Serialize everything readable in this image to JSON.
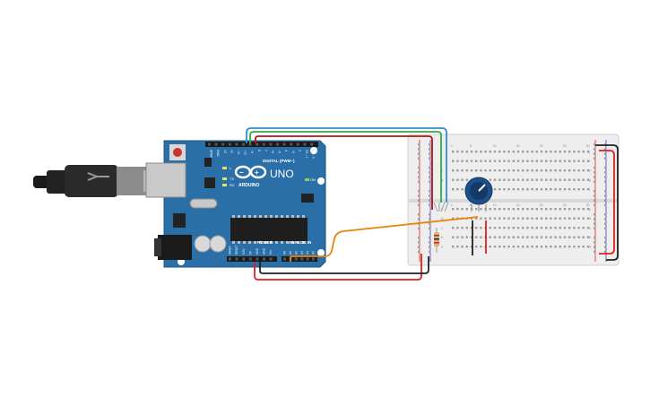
{
  "board": {
    "logo_text": "UNO",
    "brand": "ARDUINO",
    "digital_header": "DIGITAL (PWM~)",
    "power_label": "POWER",
    "analog_label": "ANALOG IN",
    "on_label": "ON",
    "led_l": "L",
    "led_tx": "TX",
    "led_rx": "RX",
    "digital_pins": [
      "AREF",
      "GND",
      "13",
      "12",
      "~11",
      "~10",
      "~9",
      "8",
      "7",
      "~6",
      "~5",
      "4",
      "~3",
      "2",
      "TX→1",
      "RX←0"
    ],
    "power_pins": [
      "IOREF",
      "RESET",
      "3.3V",
      "5V",
      "GND",
      "GND",
      "Vin"
    ],
    "analog_pins": [
      "A0",
      "A1",
      "A2",
      "A3",
      "A4",
      "A5"
    ]
  },
  "breadboard": {
    "column_numbers": [
      "1",
      "5",
      "10",
      "15",
      "20",
      "25",
      "30"
    ],
    "row_letters_top": [
      "j",
      "i",
      "h",
      "g",
      "f"
    ],
    "row_letters_bottom": [
      "e",
      "d",
      "c",
      "b",
      "a"
    ]
  },
  "colors": {
    "board": "#2a6fa8",
    "wire_red": "#e01f1f",
    "wire_black": "#222222",
    "wire_green": "#2eaa4a",
    "wire_blue": "#2e8fd0",
    "wire_orange": "#e8860c",
    "wire_dark_red": "#b01515",
    "potentiometer": "#1d4f88"
  },
  "components": {
    "usb": "usb-cable",
    "pot": "potentiometer",
    "resistor": "resistor"
  }
}
